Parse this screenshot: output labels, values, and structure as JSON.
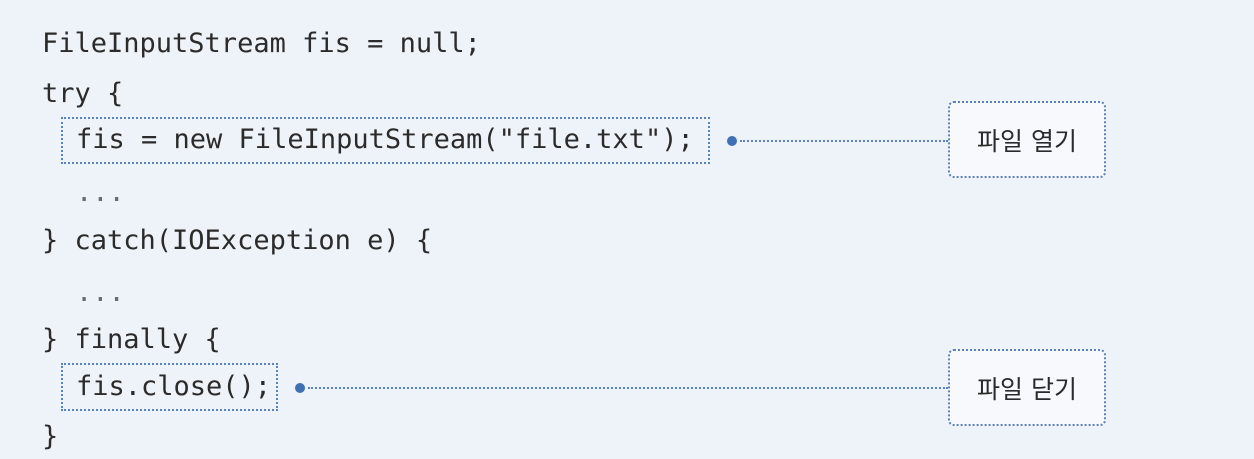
{
  "code": {
    "lines": [
      "FileInputStream fis = null;",
      "try {",
      "fis = new FileInputStream(\"file.txt\");",
      "...",
      "} catch(IOException e) {",
      "...",
      "} finally {",
      "fis.close();",
      "}"
    ]
  },
  "annotations": {
    "open_label": "파일 열기",
    "close_label": "파일 닫기"
  },
  "colors": {
    "background": "#eef3f9",
    "accent": "#3f6fb5",
    "dotted_border": "#5a82bd"
  }
}
